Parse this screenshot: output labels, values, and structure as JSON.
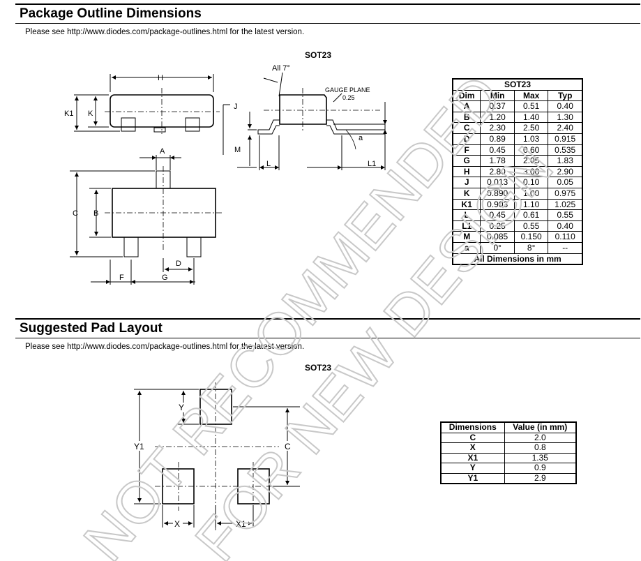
{
  "sections": {
    "outline": {
      "title": "Package Outline Dimensions",
      "note": "Please see http://www.diodes.com/package-outlines.html for the latest version.",
      "package": "SOT23"
    },
    "pad": {
      "title": "Suggested Pad Layout",
      "note": "Please see http://www.diodes.com/package-outlines.html for the latest version.",
      "package": "SOT23"
    }
  },
  "drawing_labels": {
    "top": {
      "H": "H",
      "K1": "K1",
      "K": "K"
    },
    "side": {
      "all": "All 7°",
      "gauge": "GAUGE PLANE",
      "gauge_val": "0.25",
      "J": "J",
      "M": "M",
      "L": "L",
      "L1": "L1",
      "a": "a"
    },
    "front": {
      "A": "A",
      "B": "B",
      "C": "C",
      "D": "D",
      "F": "F",
      "G": "G"
    },
    "pad": {
      "Y": "Y",
      "Y1": "Y1",
      "C": "C",
      "X": "X",
      "X1": "X1"
    }
  },
  "outline_table": {
    "caption": "SOT23",
    "headers": [
      "Dim",
      "Min",
      "Max",
      "Typ"
    ],
    "rows": [
      [
        "A",
        "0.37",
        "0.51",
        "0.40"
      ],
      [
        "B",
        "1.20",
        "1.40",
        "1.30"
      ],
      [
        "C",
        "2.30",
        "2.50",
        "2.40"
      ],
      [
        "D",
        "0.89",
        "1.03",
        "0.915"
      ],
      [
        "F",
        "0.45",
        "0.60",
        "0.535"
      ],
      [
        "G",
        "1.78",
        "2.05",
        "1.83"
      ],
      [
        "H",
        "2.80",
        "3.00",
        "2.90"
      ],
      [
        "J",
        "0.013",
        "0.10",
        "0.05"
      ],
      [
        "K",
        "0.890",
        "1.00",
        "0.975"
      ],
      [
        "K1",
        "0.903",
        "1.10",
        "1.025"
      ],
      [
        "L",
        "0.45",
        "0.61",
        "0.55"
      ],
      [
        "L1",
        "0.25",
        "0.55",
        "0.40"
      ],
      [
        "M",
        "0.085",
        "0.150",
        "0.110"
      ],
      [
        "a",
        "0°",
        "8°",
        "--"
      ]
    ],
    "footer": "All Dimensions in mm"
  },
  "pad_table": {
    "headers": [
      "Dimensions",
      "Value (in mm)"
    ],
    "rows": [
      [
        "C",
        "2.0"
      ],
      [
        "X",
        "0.8"
      ],
      [
        "X1",
        "1.35"
      ],
      [
        "Y",
        "0.9"
      ],
      [
        "Y1",
        "2.9"
      ]
    ]
  },
  "watermark": {
    "line1": "NOT RECOMMENDED",
    "line2": "FOR NEW DESIGN",
    "color": "#c8c8c8"
  }
}
